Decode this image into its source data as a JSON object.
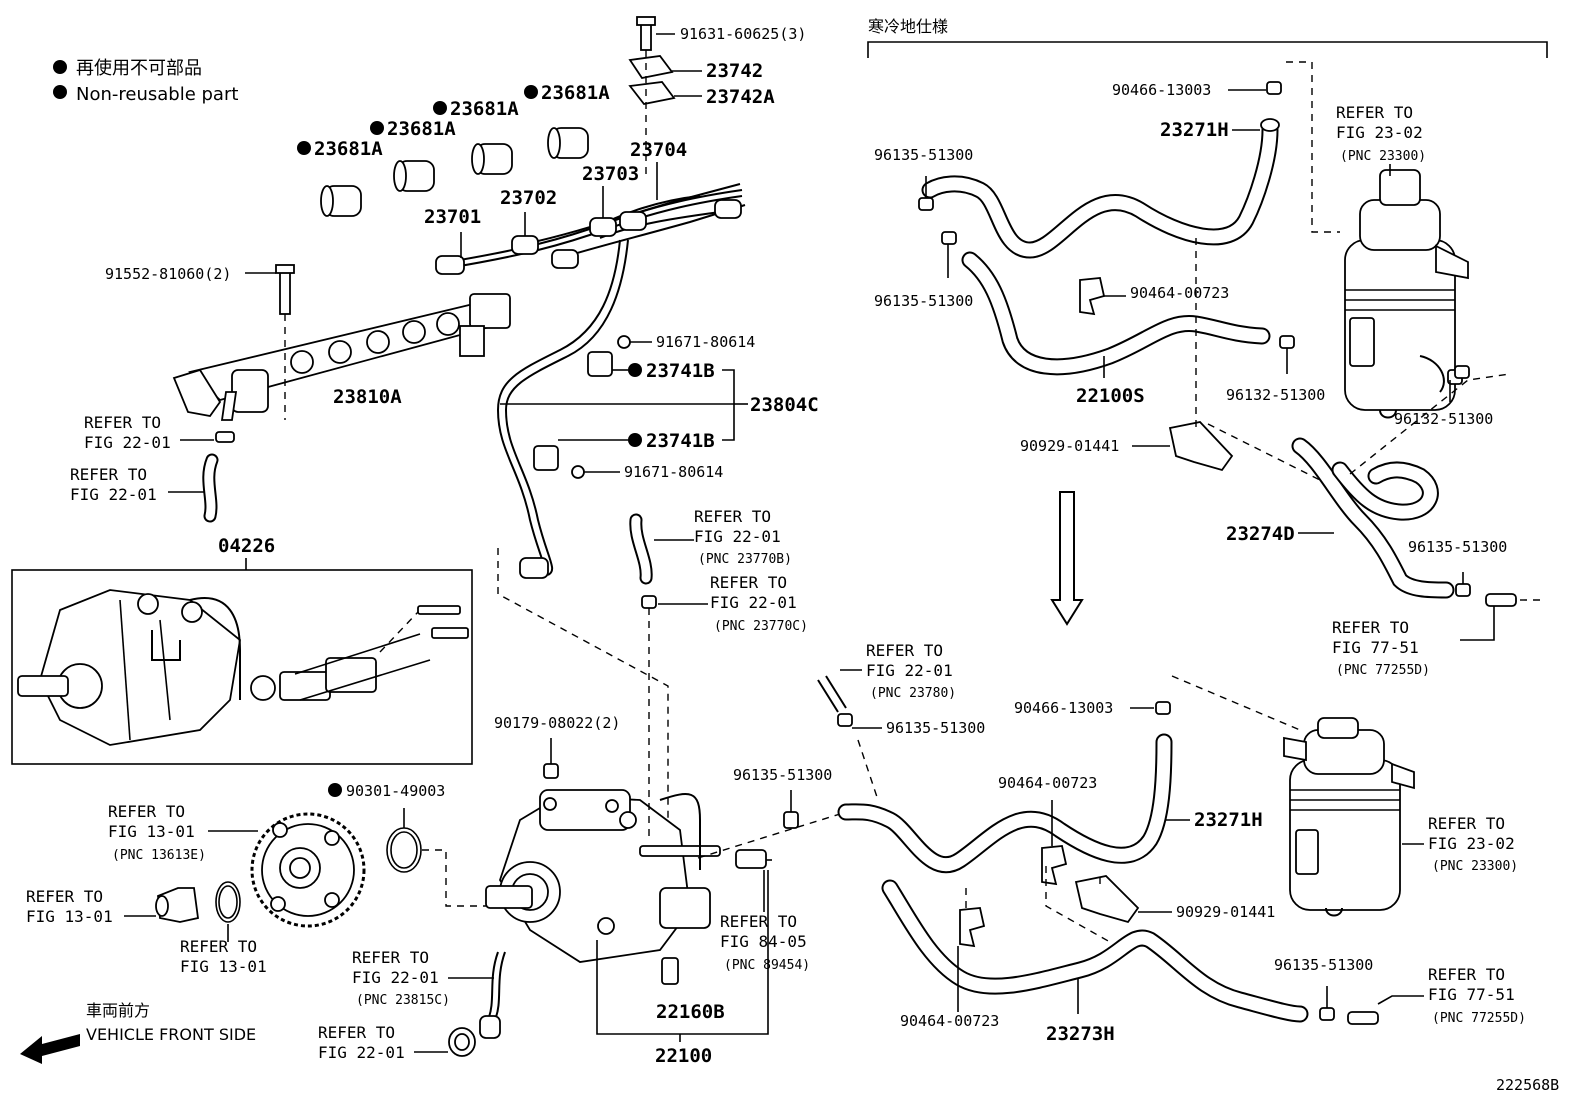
{
  "legend": {
    "japanese": "再使用不可部品",
    "english": "Non-reusable part"
  },
  "cold_region_label": "寒冷地仕様",
  "figure_id": "222568B",
  "vehicle_front": {
    "japanese": "車両前方",
    "english": "VEHICLE FRONT SIDE"
  },
  "parts": {
    "p91631": "91631-60625(3)",
    "p23742": "23742",
    "p23742A": "23742A",
    "p23681A_1": "23681A",
    "p23681A_2": "23681A",
    "p23681A_3": "23681A",
    "p23681A_4": "23681A",
    "p23704": "23704",
    "p23703": "23703",
    "p23702": "23702",
    "p23701": "23701",
    "p91552": "91552-81060(2)",
    "p91671_a": "91671-80614",
    "p23741B_a": "23741B",
    "p23804C": "23804C",
    "p23741B_b": "23741B",
    "p91671_b": "91671-80614",
    "p23810A": "23810A",
    "p04226": "04226",
    "p90179": "90179-08022(2)",
    "p90301": "90301-49003",
    "p96135_mid": "96135-51300",
    "p22160B": "22160B",
    "p22100": "22100",
    "p90466_top": "90466-13003",
    "p23271H_top": "23271H",
    "p96135_a": "96135-51300",
    "p96135_b": "96135-51300",
    "p90464_top": "90464-00723",
    "p22100S": "22100S",
    "p96132_a": "96132-51300",
    "p96132_b": "96132-51300",
    "p90929_top": "90929-01441",
    "p23274D": "23274D",
    "p96135_c": "96135-51300",
    "p96135_d": "96135-51300",
    "p90466_bot": "90466-13003",
    "p90464_b": "90464-00723",
    "p23271H_bot": "23271H",
    "p90929_bot": "90929-01441",
    "p90464_c": "90464-00723",
    "p23273H": "23273H",
    "p96135_e": "96135-51300"
  },
  "refs": {
    "refer_to": "REFER TO",
    "r_fig2201_a": "FIG 22-01",
    "r_fig2201_b": "FIG 22-01",
    "r_fig2201_c": "FIG 22-01",
    "r_pnc23770B": "(PNC 23770B)",
    "r_fig2201_d": "FIG 22-01",
    "r_pnc23770C": "(PNC 23770C)",
    "r_fig2201_e": "FIG 22-01",
    "r_pnc23780": "(PNC 23780)",
    "r_fig1301_a": "FIG 13-01",
    "r_pnc13613E": "(PNC 13613E)",
    "r_fig1301_b": "FIG 13-01",
    "r_fig1301_c": "FIG 13-01",
    "r_fig2201_f": "FIG 22-01",
    "r_pnc23815C": "(PNC 23815C)",
    "r_fig2201_g": "FIG 22-01",
    "r_fig8405": "FIG 84-05",
    "r_pnc89454": "(PNC 89454)",
    "r_fig2302_a": "FIG 23-02",
    "r_pnc23300_a": "(PNC 23300)",
    "r_fig7751_a": "FIG 77-51",
    "r_pnc77255D_a": "(PNC 77255D)",
    "r_fig2302_b": "FIG 23-02",
    "r_pnc23300_b": "(PNC 23300)",
    "r_fig7751_b": "FIG 77-51",
    "r_pnc77255D_b": "(PNC 77255D)"
  }
}
